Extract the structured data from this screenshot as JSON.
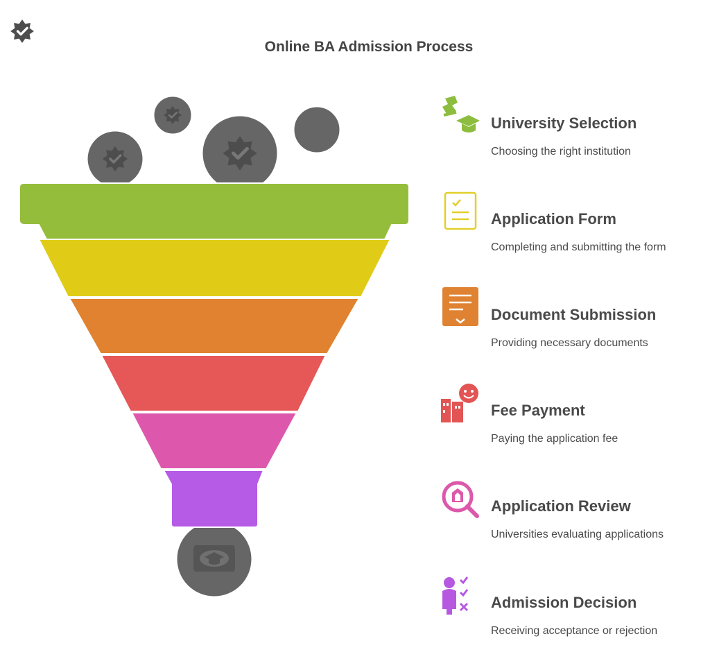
{
  "title": "Online BA Admission Process",
  "icons": {
    "logo": "badge-check-icon",
    "bubbles": [
      "badge-check-icon",
      "badge-check-icon",
      "badge-check-icon",
      "circle-icon"
    ],
    "funnel_output": "graduation-cap-icon"
  },
  "steps": [
    {
      "title": "University Selection",
      "description": "Choosing the right institution",
      "icon": "graduation-cap-icon",
      "color": "#8cbd3f"
    },
    {
      "title": "Application Form",
      "description": "Completing and submitting the form",
      "icon": "checklist-icon",
      "color": "#e3cf2a"
    },
    {
      "title": "Document Submission",
      "description": "Providing necessary documents",
      "icon": "document-icon",
      "color": "#df8232"
    },
    {
      "title": "Fee Payment",
      "description": "Paying the application fee",
      "icon": "payment-icon",
      "color": "#e35454"
    },
    {
      "title": "Application Review",
      "description": "Universities evaluating applications",
      "icon": "magnifier-icon",
      "color": "#dc58aa"
    },
    {
      "title": "Admission Decision",
      "description": "Receiving acceptance or rejection",
      "icon": "decision-icon",
      "color": "#b758e0"
    }
  ],
  "funnel_colors": [
    "#95bd3c",
    "#e0cc17",
    "#e0822f",
    "#e65757",
    "#dd58ac",
    "#b65be6"
  ],
  "bubble_color": "#666666"
}
